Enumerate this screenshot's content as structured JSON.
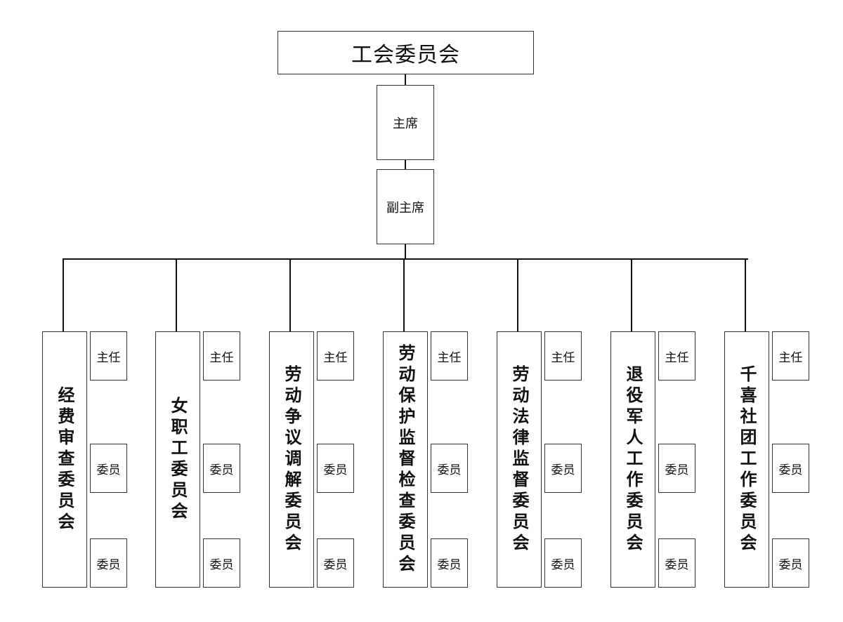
{
  "top": {
    "title": "工会委员会"
  },
  "chain": {
    "chairman": "主席",
    "vice_chairman": "副主席"
  },
  "committees": [
    {
      "name": "经费审查委员会",
      "roles": [
        "主任",
        "委员",
        "委员"
      ]
    },
    {
      "name": "女职工委员会",
      "roles": [
        "主任",
        "委员",
        "委员"
      ]
    },
    {
      "name": "劳动争议调解委员会",
      "roles": [
        "主任",
        "委员",
        "委员"
      ]
    },
    {
      "name": "劳动保护监督检查委员会",
      "roles": [
        "主任",
        "委员",
        "委员"
      ]
    },
    {
      "name": "劳动法律监督委员会",
      "roles": [
        "主任",
        "委员",
        "委员"
      ]
    },
    {
      "name": "退役军人工作委员会",
      "roles": [
        "主任",
        "委员",
        "委员"
      ]
    },
    {
      "name": "千喜社团工作委员会",
      "roles": [
        "主任",
        "委员",
        "委员"
      ]
    }
  ]
}
